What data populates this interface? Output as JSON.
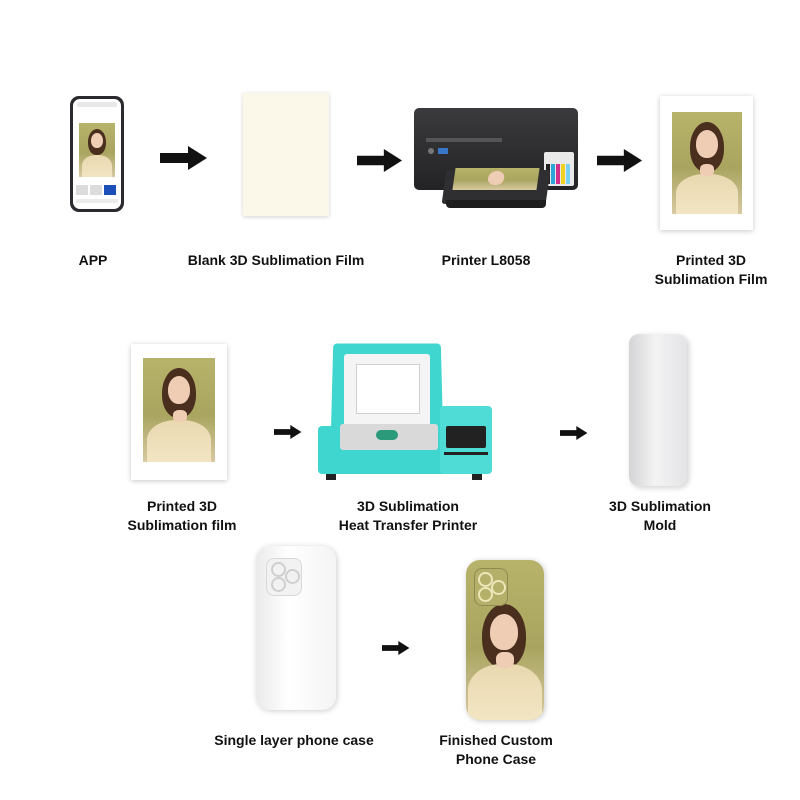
{
  "steps": {
    "app": {
      "label": "APP",
      "icon": "smartphone-icon"
    },
    "blank_film": {
      "label": "Blank 3D Sublimation Film",
      "icon": "blank-film-icon"
    },
    "printer": {
      "label": "Printer L8058",
      "icon": "printer-icon"
    },
    "printed_film_1": {
      "label_line1": "Printed 3D",
      "label_line2": "Sublimation Film",
      "icon": "printed-film-icon"
    },
    "printed_film_2": {
      "label_line1": "Printed 3D",
      "label_line2": "Sublimation film",
      "icon": "printed-film-icon"
    },
    "heat_printer": {
      "label_line1": "3D Sublimation",
      "label_line2": "Heat Transfer Printer",
      "icon": "heat-press-icon"
    },
    "mold": {
      "label_line1": "3D Sublimation",
      "label_line2": "Mold",
      "icon": "mold-icon"
    },
    "blank_case": {
      "label": "Single layer phone case",
      "icon": "blank-phone-case-icon"
    },
    "finished_case": {
      "label_line1": "Finished Custom",
      "label_line2": "Phone Case",
      "icon": "finished-phone-case-icon"
    }
  },
  "colors": {
    "arrow": "#111111",
    "heat_press": "#3fd6d0",
    "portrait_bg": "#b2ae66",
    "film_paper": "#fbf8ea"
  }
}
